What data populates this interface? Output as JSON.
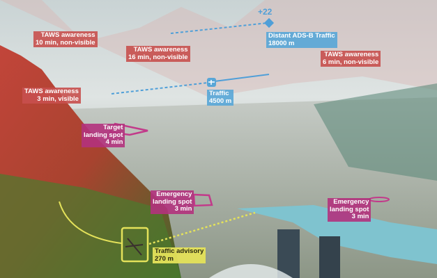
{
  "overlays": {
    "taws": [
      {
        "title": "TAWS awareness",
        "detail": "10 min, non-visible"
      },
      {
        "title": "TAWS awareness",
        "detail": "16 min, non-visible"
      },
      {
        "title": "TAWS awareness",
        "detail": "3 min, visible"
      },
      {
        "title": "TAWS awareness",
        "detail": "6 min, non-visible"
      }
    ],
    "distant_traffic": {
      "altitude_delta": "+22",
      "title": "Distant ADS-B Traffic",
      "distance": "18000 m"
    },
    "traffic": {
      "title": "Traffic",
      "distance": "4500 m"
    },
    "target_landing": {
      "line1": "Target",
      "line2": "landing spot",
      "time": "4 min"
    },
    "emergency_landing": [
      {
        "line1": "Emergency",
        "line2": "landing spot",
        "time": "3 min"
      },
      {
        "line1": "Emergency",
        "line2": "landing spot",
        "time": "3 min"
      }
    ],
    "traffic_advisory": {
      "title": "Traffic advisory",
      "distance": "270 m"
    }
  },
  "colors": {
    "taws": "#c8504e",
    "traffic": "#58a6d7",
    "landing": "#b2327d",
    "advisory": "#e4e25a"
  }
}
